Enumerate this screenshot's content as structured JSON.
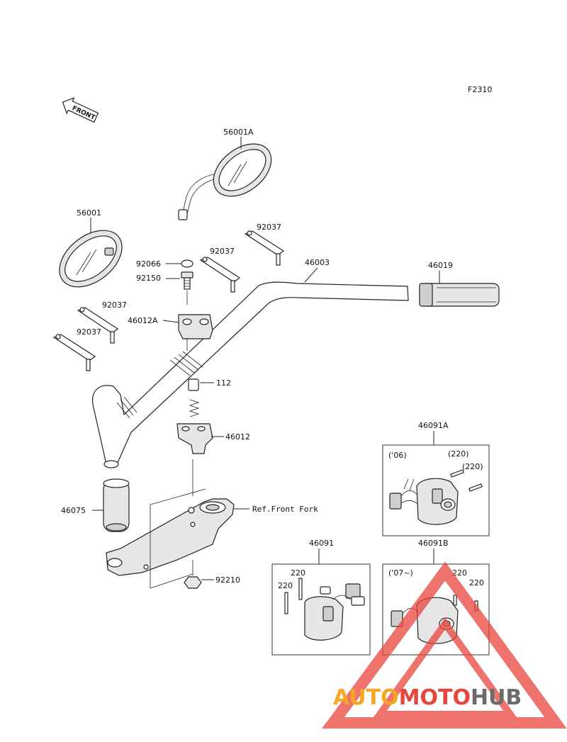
{
  "diagram_code": "F2310",
  "front_label": "FRONT",
  "ref_label": "Ref.Front Fork",
  "parts": {
    "mirror_right": "56001A",
    "mirror_left": "56001",
    "bolt_a": "92037",
    "bolt_b": "92037",
    "bolt_c": "92037",
    "bolt_d": "92037",
    "cap": "92066",
    "bolt_center": "92150",
    "handlebar": "46003",
    "grip_right": "46019",
    "holder_upper": "46012A",
    "dowel": "112",
    "holder_lower": "46012",
    "grip_left": "46075",
    "nut": "92210",
    "switch_left": "46091",
    "switch_left_screw1": "220",
    "switch_left_screw2": "220",
    "switch_right_06": "46091A",
    "switch_right_06_screw1": "(220)",
    "switch_right_06_screw2": "(220)",
    "year_06": "('06)",
    "switch_right_07": "46091B",
    "switch_right_07_screw1": "220",
    "switch_right_07_screw2": "220",
    "year_07": "('07~)"
  },
  "watermark": {
    "part1": "AUTO",
    "part2": "MOTO",
    "part3": "HUB",
    "color_orange": "#f5a623",
    "color_red": "#e8453c",
    "color_gray": "#6b6b6b"
  }
}
